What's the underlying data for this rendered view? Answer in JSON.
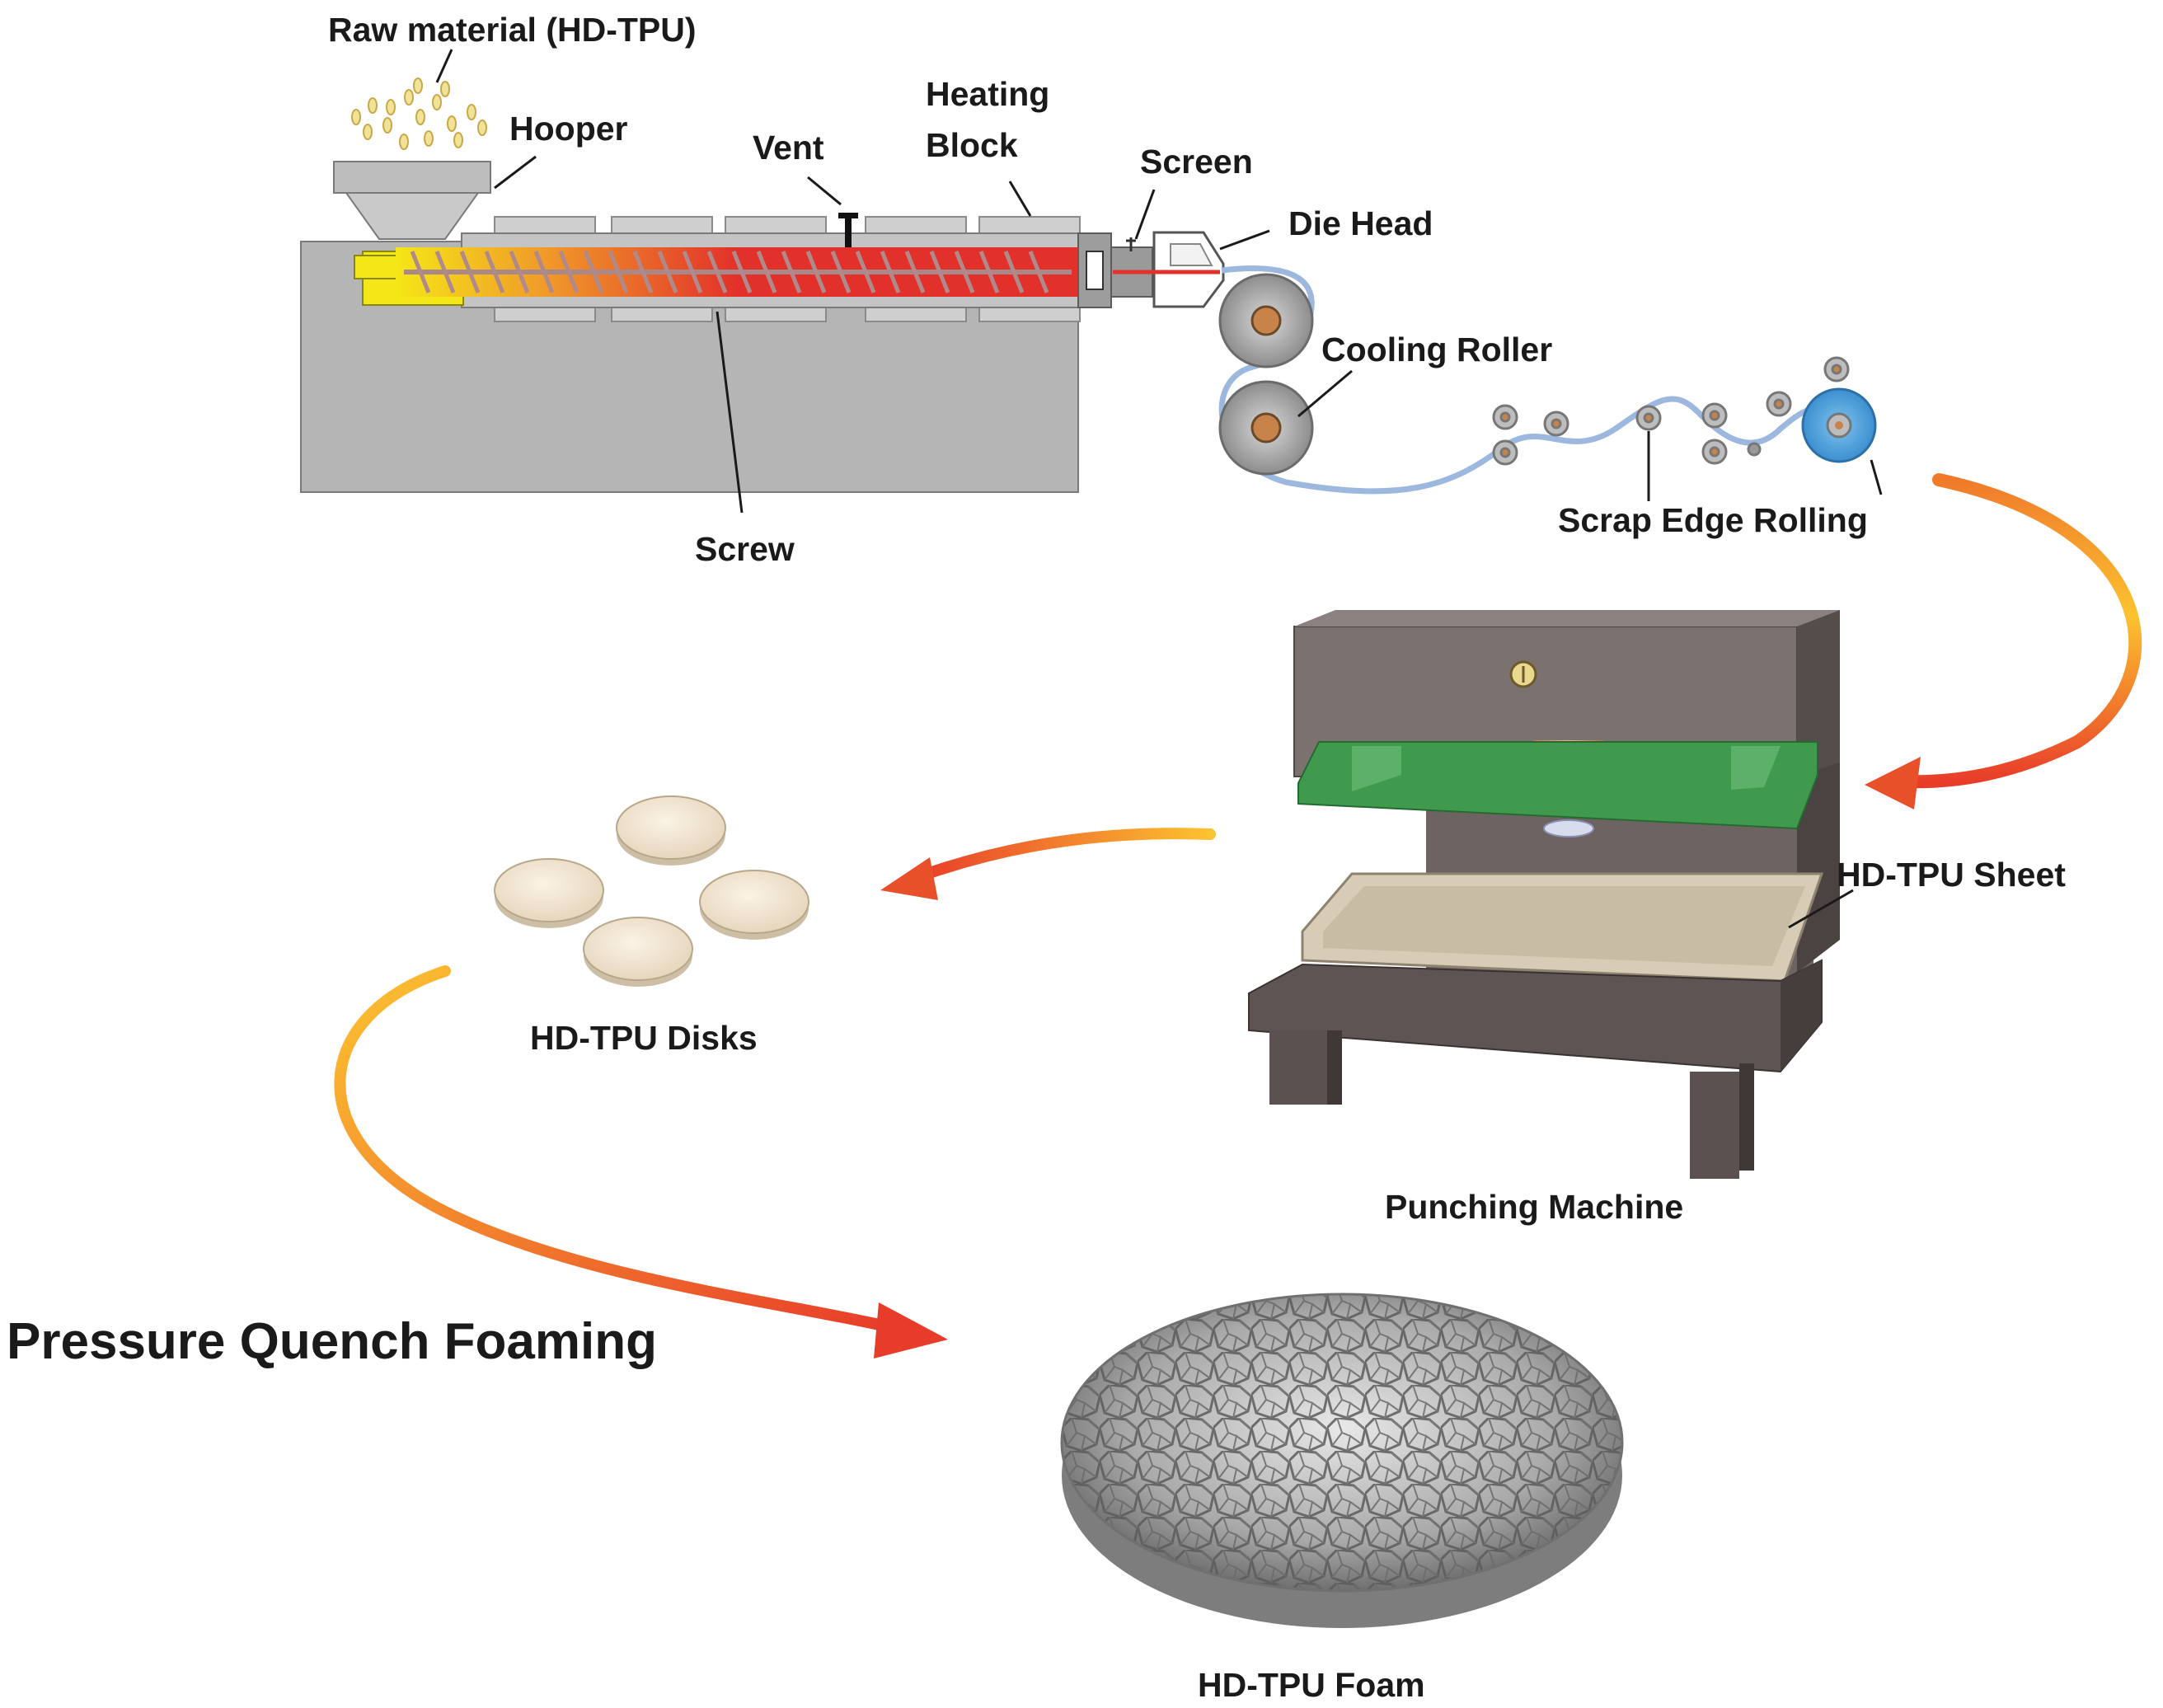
{
  "labels": {
    "raw_material": "Raw material (HD-TPU)",
    "hooper": "Hooper",
    "vent": "Vent",
    "heating_block_1": "Heating",
    "heating_block_2": "Block",
    "screen": "Screen",
    "die_head": "Die Head",
    "cooling_roller": "Cooling Roller",
    "screw": "Screw",
    "scrap_edge_rolling": "Scrap Edge Rolling",
    "hd_tpu_sheet": "HD-TPU Sheet",
    "punching_machine": "Punching Machine",
    "hd_tpu_disks": "HD-TPU Disks",
    "pressure_quench_foaming": "Pressure Quench Foaming",
    "hd_tpu_foam": "HD-TPU Foam"
  },
  "colors": {
    "machine_gray": "#b5b5b5",
    "barrel_red": "#e2312a",
    "hopper_yellow": "#f5e617",
    "film_blue": "#9db8de",
    "press_dark": "#6d6361",
    "press_green": "#3f9a4e",
    "arrow_start": "#fcc330",
    "arrow_end": "#e83c2a"
  }
}
